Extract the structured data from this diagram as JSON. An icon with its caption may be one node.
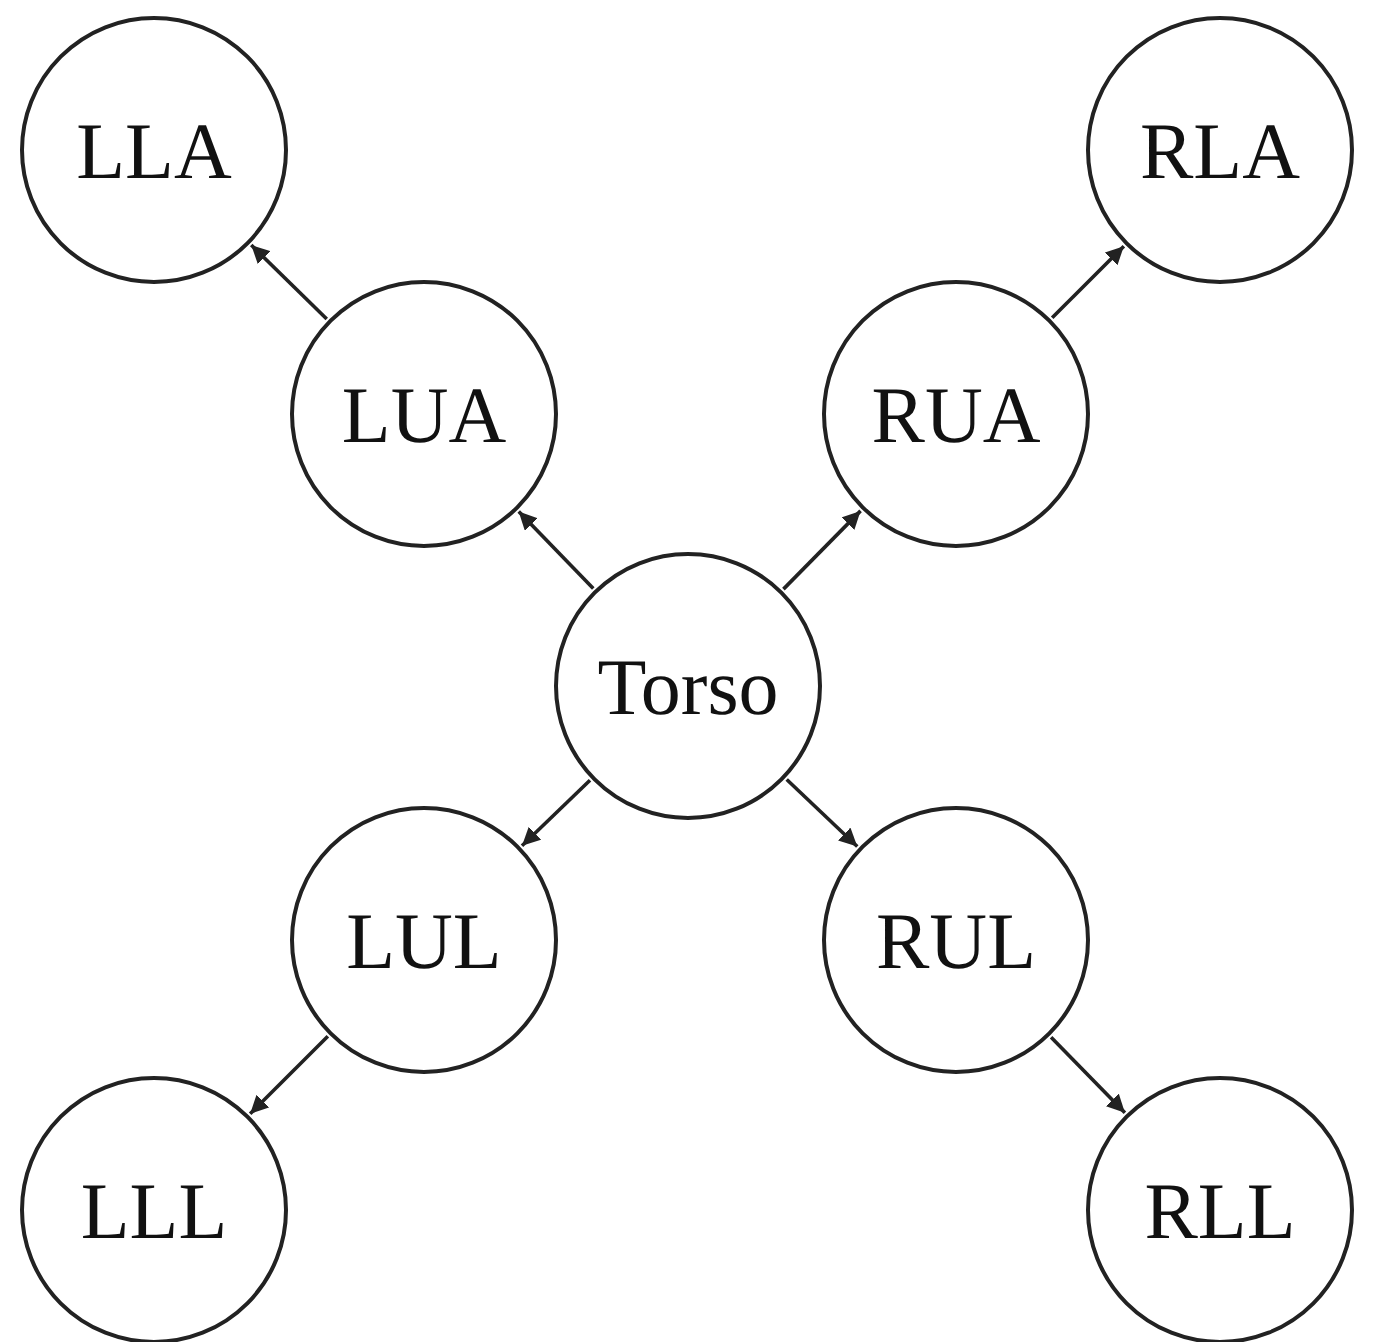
{
  "diagram": {
    "nodes": [
      {
        "text": [
          "LLA"
        ]
      },
      {
        "text": [
          "RLA"
        ]
      },
      {
        "text": [
          "LUA"
        ]
      },
      {
        "text": [
          "RUA"
        ]
      },
      {
        "text": [
          "Torso"
        ]
      },
      {
        "text": [
          "LUL"
        ]
      },
      {
        "text": [
          "RUL"
        ]
      },
      {
        "text": [
          "LLL"
        ]
      },
      {
        "text": [
          "RLL"
        ]
      }
    ],
    "edges": [
      {
        "from": 4,
        "to": 2,
        "arrow": "to"
      },
      {
        "from": 2,
        "to": 0,
        "arrow": "to"
      },
      {
        "from": 4,
        "to": 3,
        "arrow": "to"
      },
      {
        "from": 3,
        "to": 1,
        "arrow": "to"
      },
      {
        "from": 4,
        "to": 5,
        "arrow": "to"
      },
      {
        "from": 5,
        "to": 7,
        "arrow": "to"
      },
      {
        "from": 4,
        "to": 6,
        "arrow": "to"
      },
      {
        "from": 6,
        "to": 8,
        "arrow": "to"
      }
    ]
  }
}
